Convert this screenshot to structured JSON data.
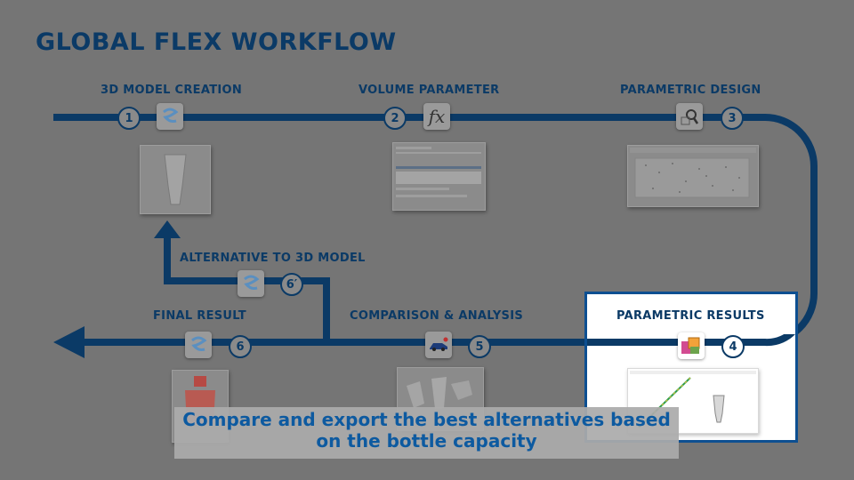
{
  "title": "GLOBAL FLEX WORKFLOW",
  "stages": {
    "s1": {
      "label": "3D MODEL CREATION",
      "number": "1"
    },
    "s2": {
      "label": "VOLUME PARAMETER",
      "number": "2"
    },
    "s3": {
      "label": "PARAMETRIC DESIGN",
      "number": "3"
    },
    "s4": {
      "label": "PARAMETRIC RESULTS",
      "number": "4"
    },
    "s5": {
      "label": "COMPARISON & ANALYSIS",
      "number": "5"
    },
    "s6": {
      "label": "FINAL RESULT",
      "number": "6"
    },
    "s6b": {
      "label": "ALTERNATIVE TO 3D MODEL",
      "number": "6′"
    }
  },
  "fx_icon_text": "fx",
  "caption": {
    "line1": "Compare and export the best alternatives based",
    "line2": "on the bottle capacity"
  },
  "colors": {
    "path": "#0b3a66",
    "highlight": "#0d4f91",
    "caption_text": "#0d5aa0",
    "overlay": "#757575"
  }
}
